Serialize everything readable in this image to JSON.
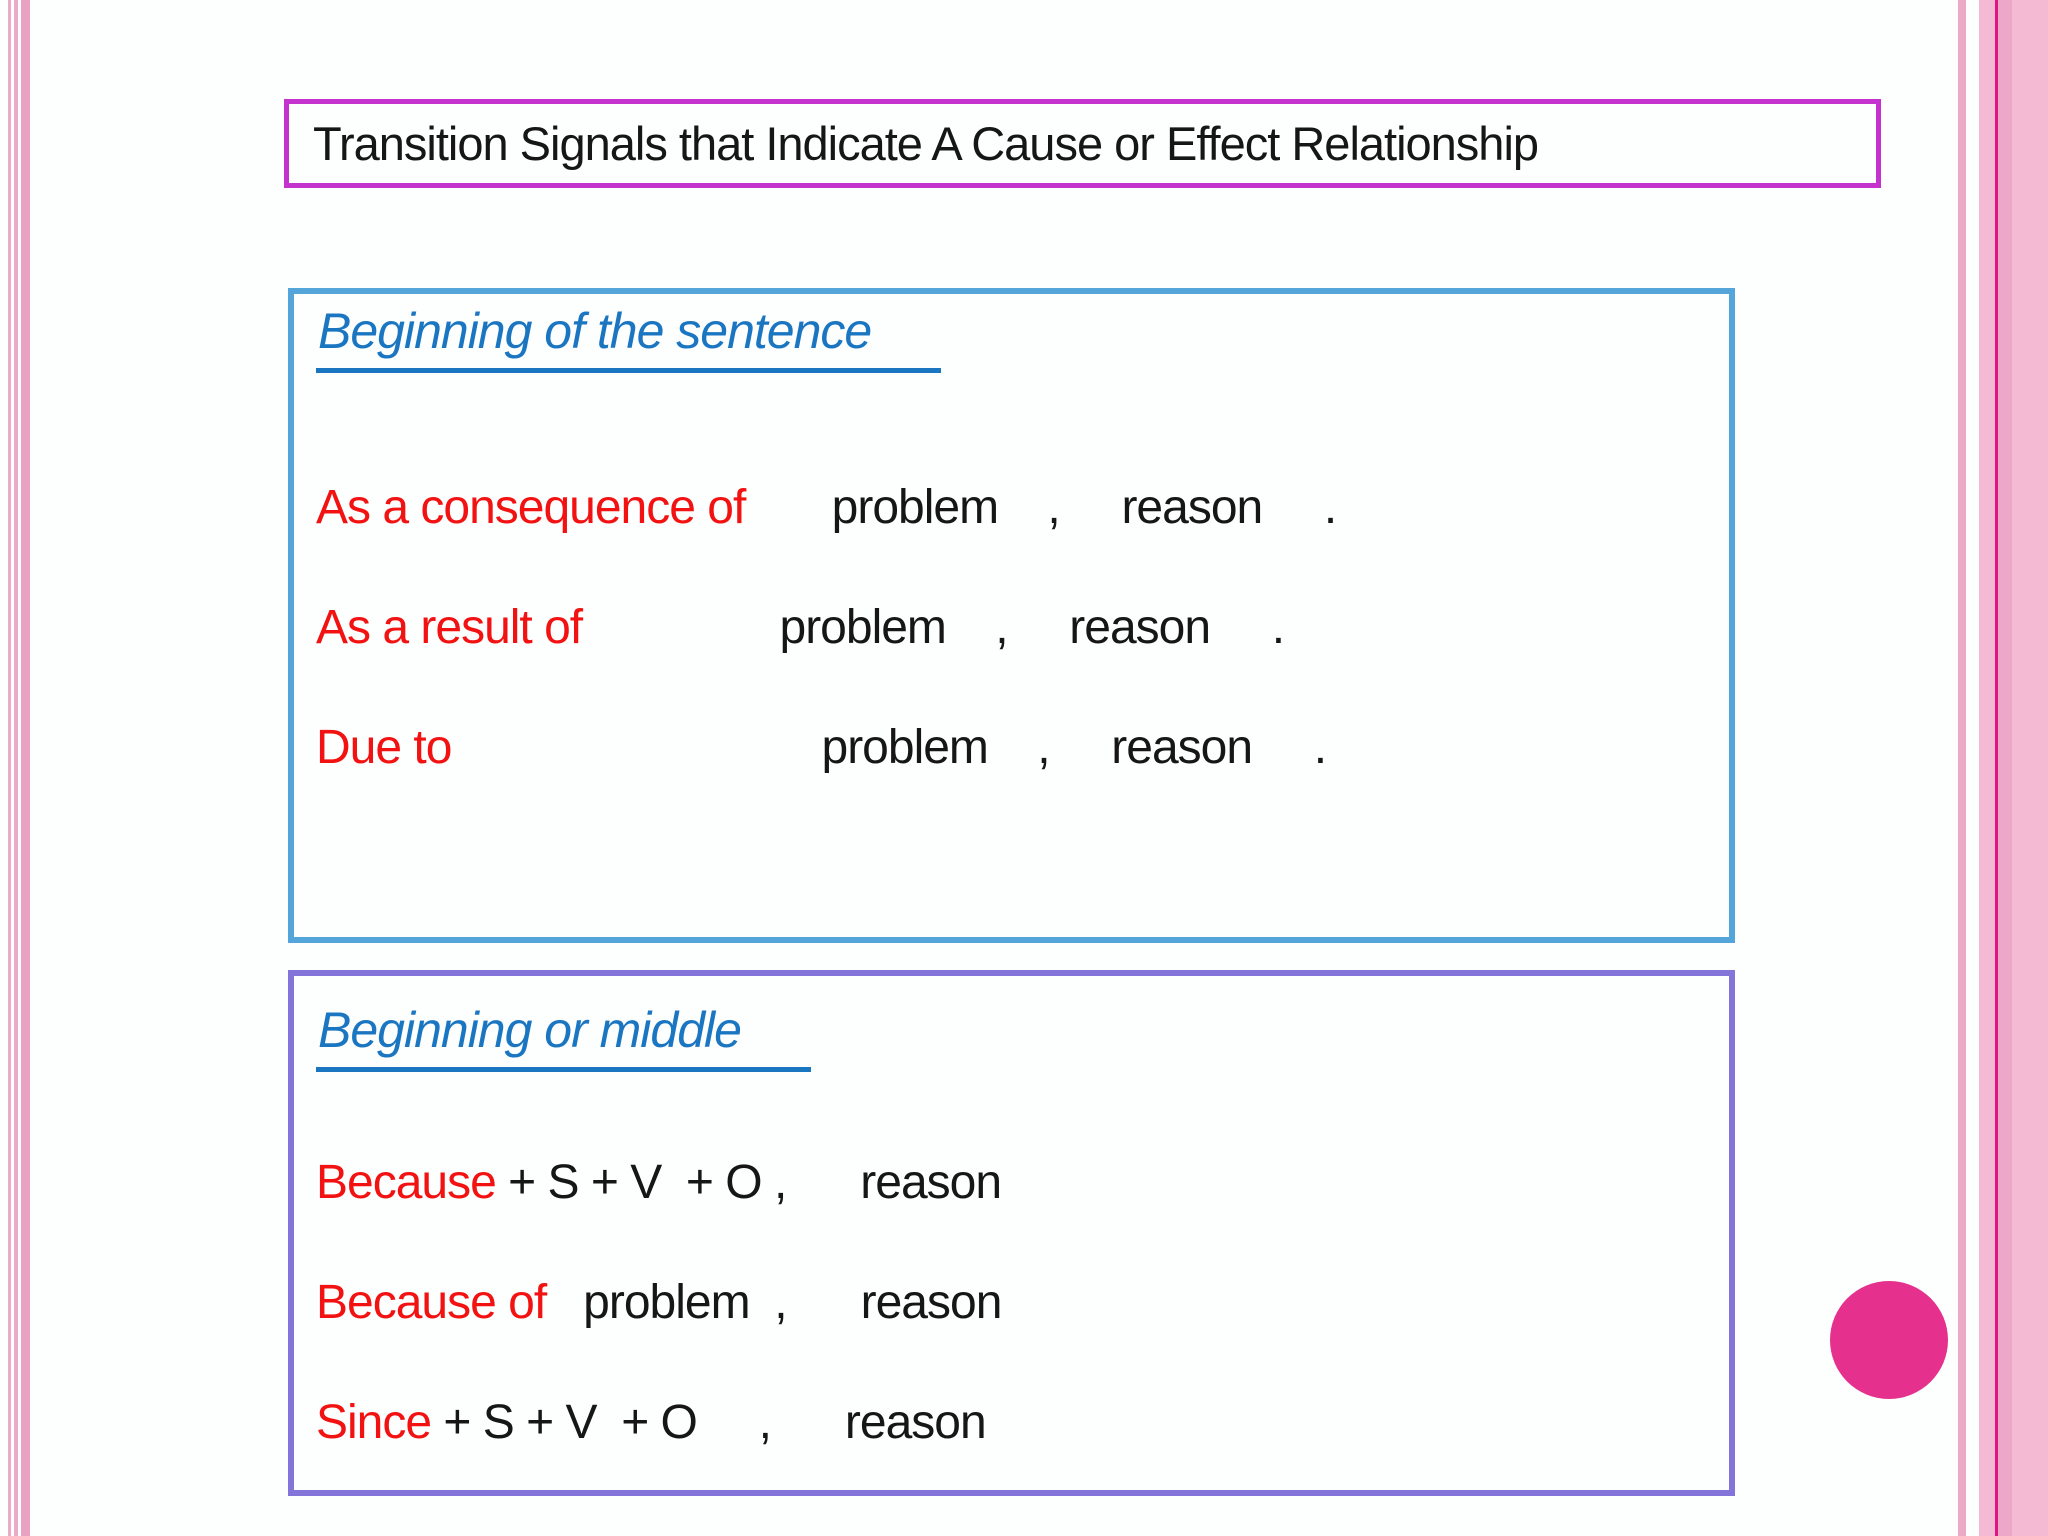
{
  "colors": {
    "title-border": "#c433cd",
    "box1-border": "#54a5d9",
    "box2-border": "#8374da",
    "heading-blue": "#1b76c2",
    "signal-red": "#f21212",
    "text-black": "#161616",
    "stripe-pink": "#edaac7",
    "stripe-pink-wide": "#e9a2c2",
    "panel-pink": "#f4bad3",
    "panel-line": "#e01581",
    "panel-band": "#eda8c9",
    "circle-pink": "#e6308d"
  },
  "title": {
    "text": "Transition Signals that Indicate A Cause or Effect Relationship"
  },
  "box1": {
    "heading": "Beginning of the sentence",
    "rows": [
      {
        "signal": "As a consequence of",
        "rest": "       problem    ,     reason     ."
      },
      {
        "signal": "As a result of",
        "rest": "                problem    ,     reason     ."
      },
      {
        "signal": "Due to",
        "rest": "                              problem    ,     reason     ."
      }
    ]
  },
  "box2": {
    "heading": "Beginning or middle",
    "rows": [
      {
        "signal": "Because",
        "rest": " + S + V  + O ,      reason"
      },
      {
        "signal": "Because of",
        "rest": "   problem  ,      reason"
      },
      {
        "signal": "Since",
        "rest": " + S + V  + O     ,      reason"
      }
    ]
  }
}
